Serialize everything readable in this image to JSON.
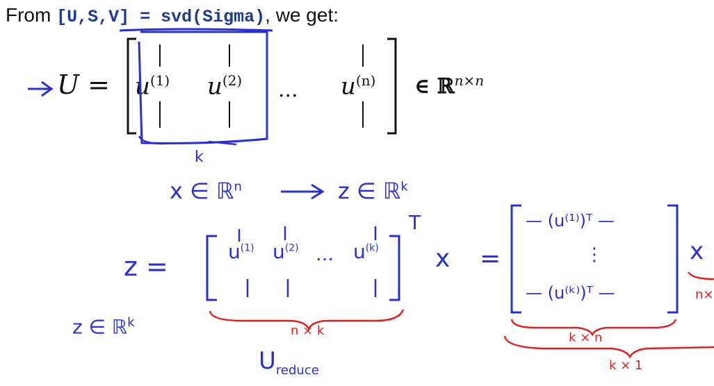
{
  "intro": {
    "prefix": "From ",
    "code": "[U,S,V] = svd(Sigma)",
    "suffix": ", we get:"
  },
  "matrix_u": {
    "lhs": "U =",
    "columns": [
      "u",
      "u",
      "u"
    ],
    "superscripts": [
      "(1)",
      "(2)",
      "(n)"
    ],
    "dots": "...",
    "space_prefix": "∈ ℝ",
    "space_exponent": "n×n"
  },
  "handwriting": {
    "k_label": "k",
    "x_in": "x ∈ ℝ",
    "x_exp": "n",
    "z_in": "z ∈ ℝ",
    "z_exp": "k",
    "z_eq": "z  =",
    "reduce_cols": [
      "u",
      "u",
      "u"
    ],
    "reduce_sups": [
      "(1)",
      "(2)",
      "(k)"
    ],
    "reduce_dots": "…",
    "transpose": "T",
    "times_x": "x",
    "equals": "=",
    "row_first": "— (u⁽¹⁾)ᵀ —",
    "row_vdots": "⋮",
    "row_last": "— (u⁽ᵏ⁾)ᵀ —",
    "x_right": "x",
    "z_bottom": "z ∈ ℝ",
    "z_bottom_exp": "k",
    "nxk": "n × k",
    "kxn": "k × n",
    "kx1": "k × 1",
    "n_partial": "n×",
    "ureduce": "U",
    "ureduce_sub": "reduce"
  }
}
